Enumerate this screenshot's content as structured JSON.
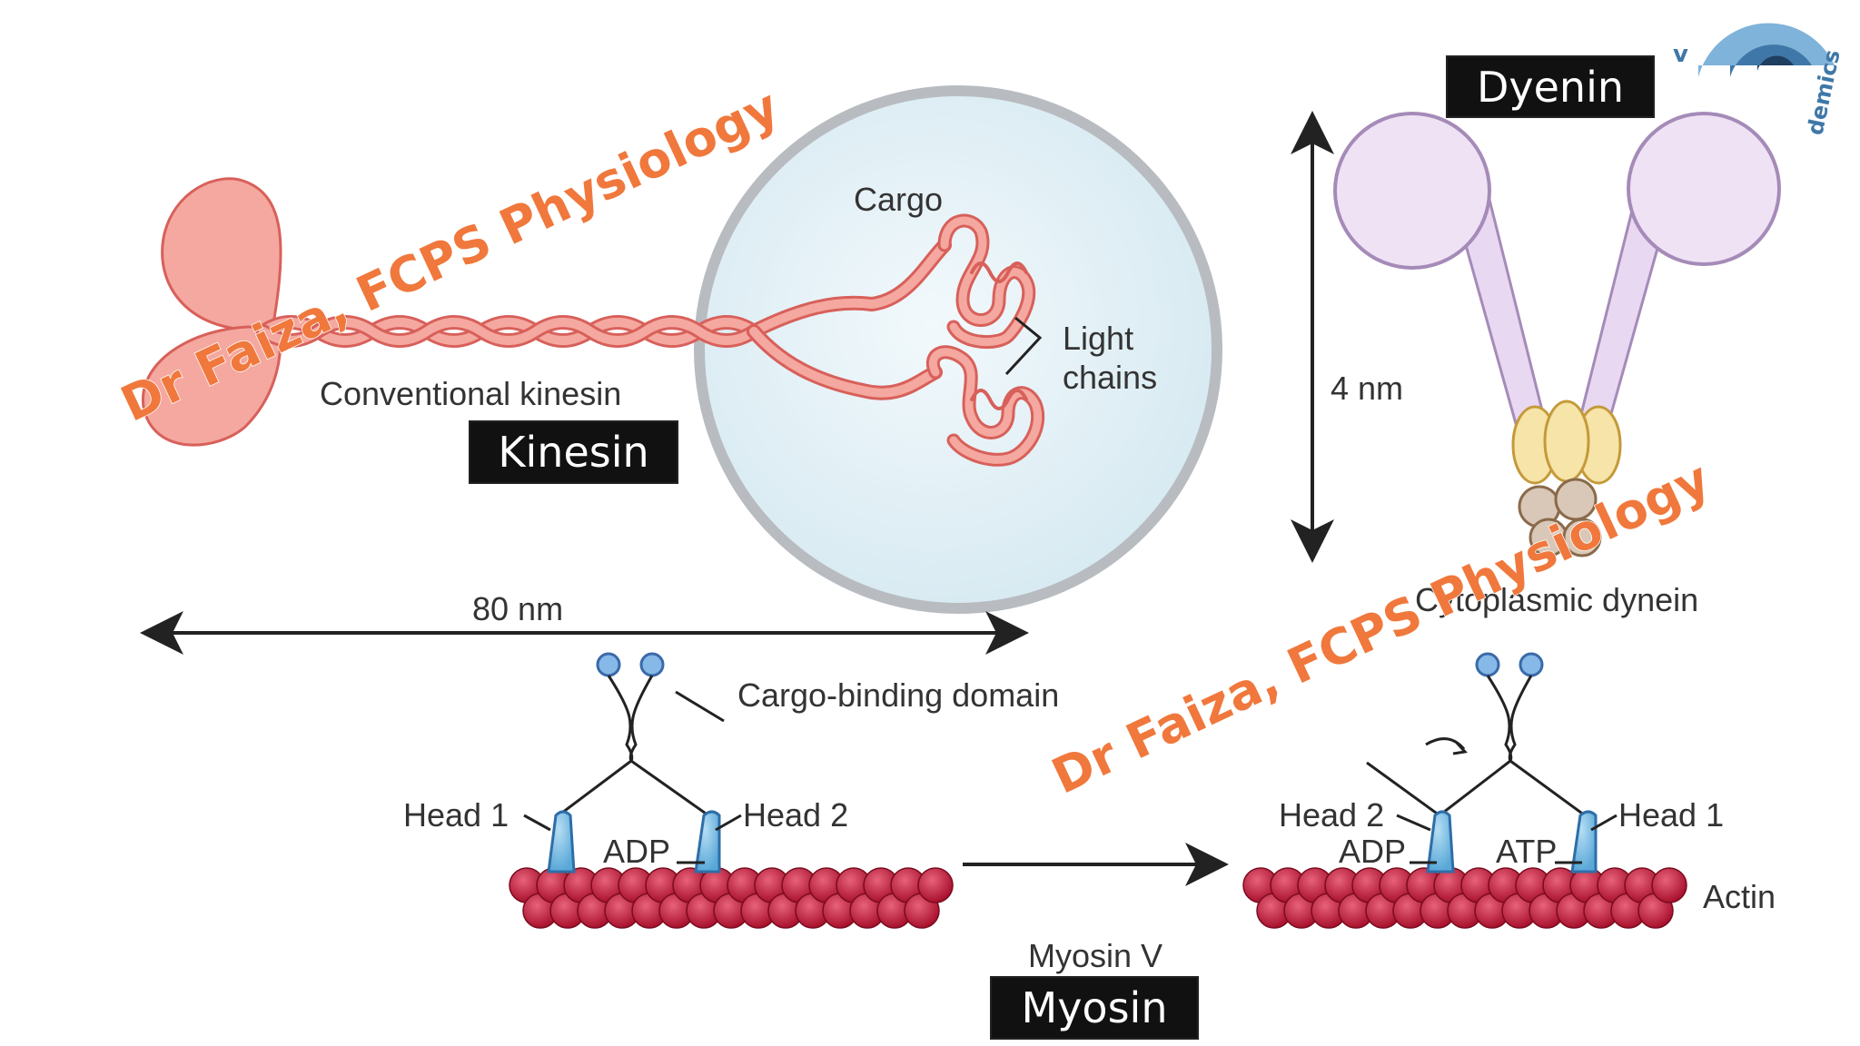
{
  "labels": {
    "cargo": "Cargo",
    "light_chains_1": "Light",
    "light_chains_2": "chains",
    "conventional_kinesin": "Conventional kinesin",
    "kinesin_tag": "Kinesin",
    "length_80nm": "80 nm",
    "dynein_tag": "Dyenin",
    "length_4nm": "4 nm",
    "cytoplasmic_dynein": "Cytoplasmic dynein",
    "cargo_binding_domain": "Cargo-binding domain",
    "head1_left": "Head 1",
    "head2_left": "Head 2",
    "adp_left": "ADP",
    "head2_right": "Head 2",
    "adp_right": "ADP",
    "atp_right": "ATP",
    "head1_right": "Head 1",
    "actin": "Actin",
    "myosin_v": "Myosin V",
    "myosin_tag": "Myosin"
  },
  "watermark": {
    "text_1": "Dr Faiza, FCPS Physiology",
    "text_2": "Dr Faiza, FCPS Physiology",
    "logo_text": "demics",
    "logo_letter": "v"
  },
  "colors": {
    "kinesin": "#f4a8a0",
    "kinesin_stroke": "#d8605a",
    "vesicle_fill": "#e4f1f6",
    "vesicle_stroke": "#b8bcc0",
    "dynein_head": "#efe2f4",
    "dynein_stroke": "#a58bb8",
    "dynein_ring": "#f6e4a8",
    "myosin_head": "#86c4e8",
    "actin": "#c0203a",
    "watermark": "#f0783c"
  }
}
